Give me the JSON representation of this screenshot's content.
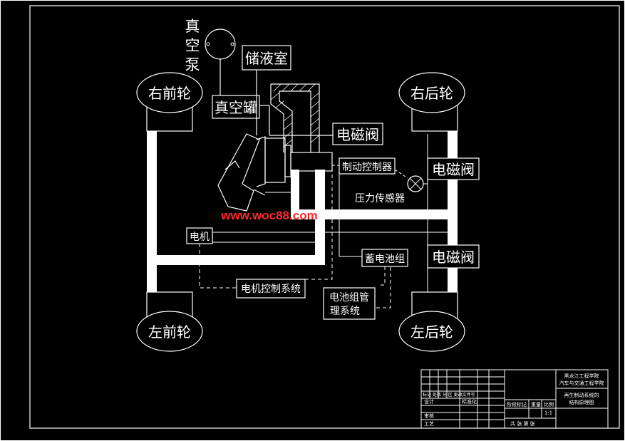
{
  "labels": {
    "vacuum_pump_1": "真",
    "vacuum_pump_2": "空",
    "vacuum_pump_3": "泵",
    "reservoir": "储液室",
    "vacuum_tank": "真空罐",
    "solenoid_valve_top": "电磁阀",
    "brake_controller": "制动控制器",
    "pressure_sensor": "压力传感器",
    "solenoid_valve_right_rear": "电磁阀",
    "solenoid_valve_left_rear": "电磁阀",
    "motor": "电机",
    "battery_pack": "蓄电池组",
    "motor_control_system": "电机控制系统",
    "bms_line1": "电池组管",
    "bms_line2": "理系统"
  },
  "wheels": {
    "right_front": "右前轮",
    "right_rear": "右后轮",
    "left_front": "左前轮",
    "left_rear": "左后轮"
  },
  "watermark": "www.woc88.com",
  "title_block": {
    "school_line1": "黑龙江工程学院",
    "school_line2": "汽车与交通工程学院",
    "drawing_line1": "再生制动系统的",
    "drawing_line2": "结构原理图",
    "row_design": "设计",
    "row_review": "审核",
    "row_process": "工艺",
    "standardization": "标准化",
    "stage_mark": "阶段标记",
    "weight": "重量",
    "scale": "比例",
    "scale_value": "1:1",
    "sheets": "共 张 第 张",
    "mark_row": "标记 处数 分 区 更改文件号"
  },
  "colors": {
    "background": "#000000",
    "line": "#ffffff",
    "watermark": "#ff2a2a"
  }
}
